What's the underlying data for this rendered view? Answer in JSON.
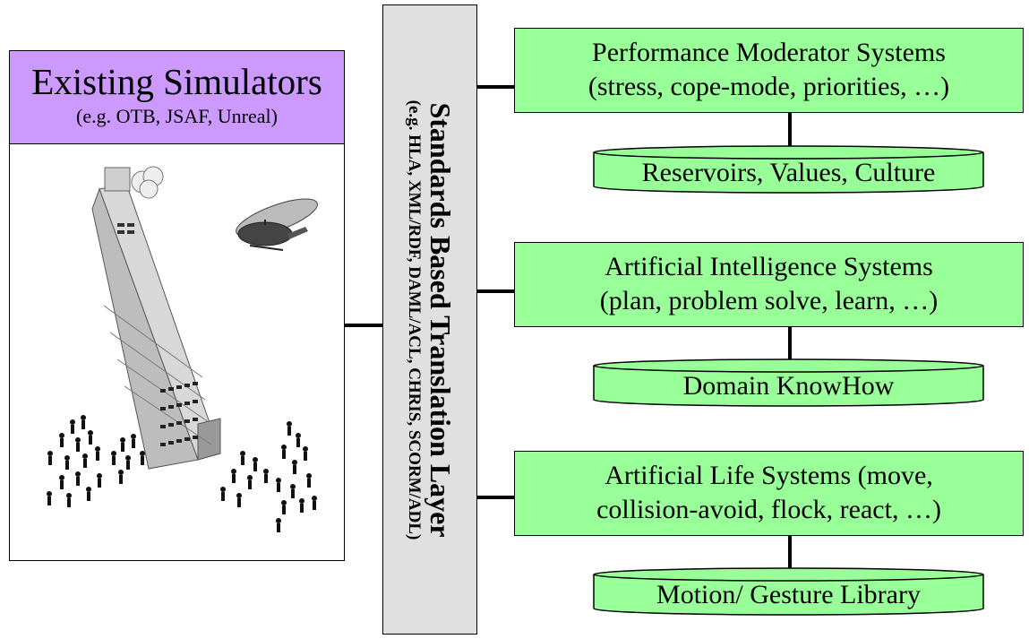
{
  "simulator": {
    "title": "Existing Simulators",
    "subtitle": "(e.g. OTB, JSAF, Unreal)"
  },
  "translation_layer": {
    "title": "Standards Based Translation Layer",
    "subtitle": "(e.g. HLA, XML/RDF, DAML/ACL, CHRIS, SCORM/ADL)"
  },
  "systems": [
    {
      "line1": "Performance Moderator Systems",
      "line2": "(stress, cope-mode, priorities, …)",
      "db": "Reservoirs, Values, Culture"
    },
    {
      "line1": "Artificial Intelligence Systems",
      "line2": "(plan, problem solve, learn, …)",
      "db": "Domain KnowHow"
    },
    {
      "line1": "Artificial Life Systems (move,",
      "line2": "collision-avoid, flock, react, …)",
      "db": "Motion/ Gesture Library"
    }
  ],
  "colors": {
    "simulator_header": "#cc99ff",
    "system_box": "#99ff99",
    "layer": "#e0e0e0"
  },
  "icons": [
    "building-icon",
    "helicopter-icon",
    "crowd-icon"
  ]
}
